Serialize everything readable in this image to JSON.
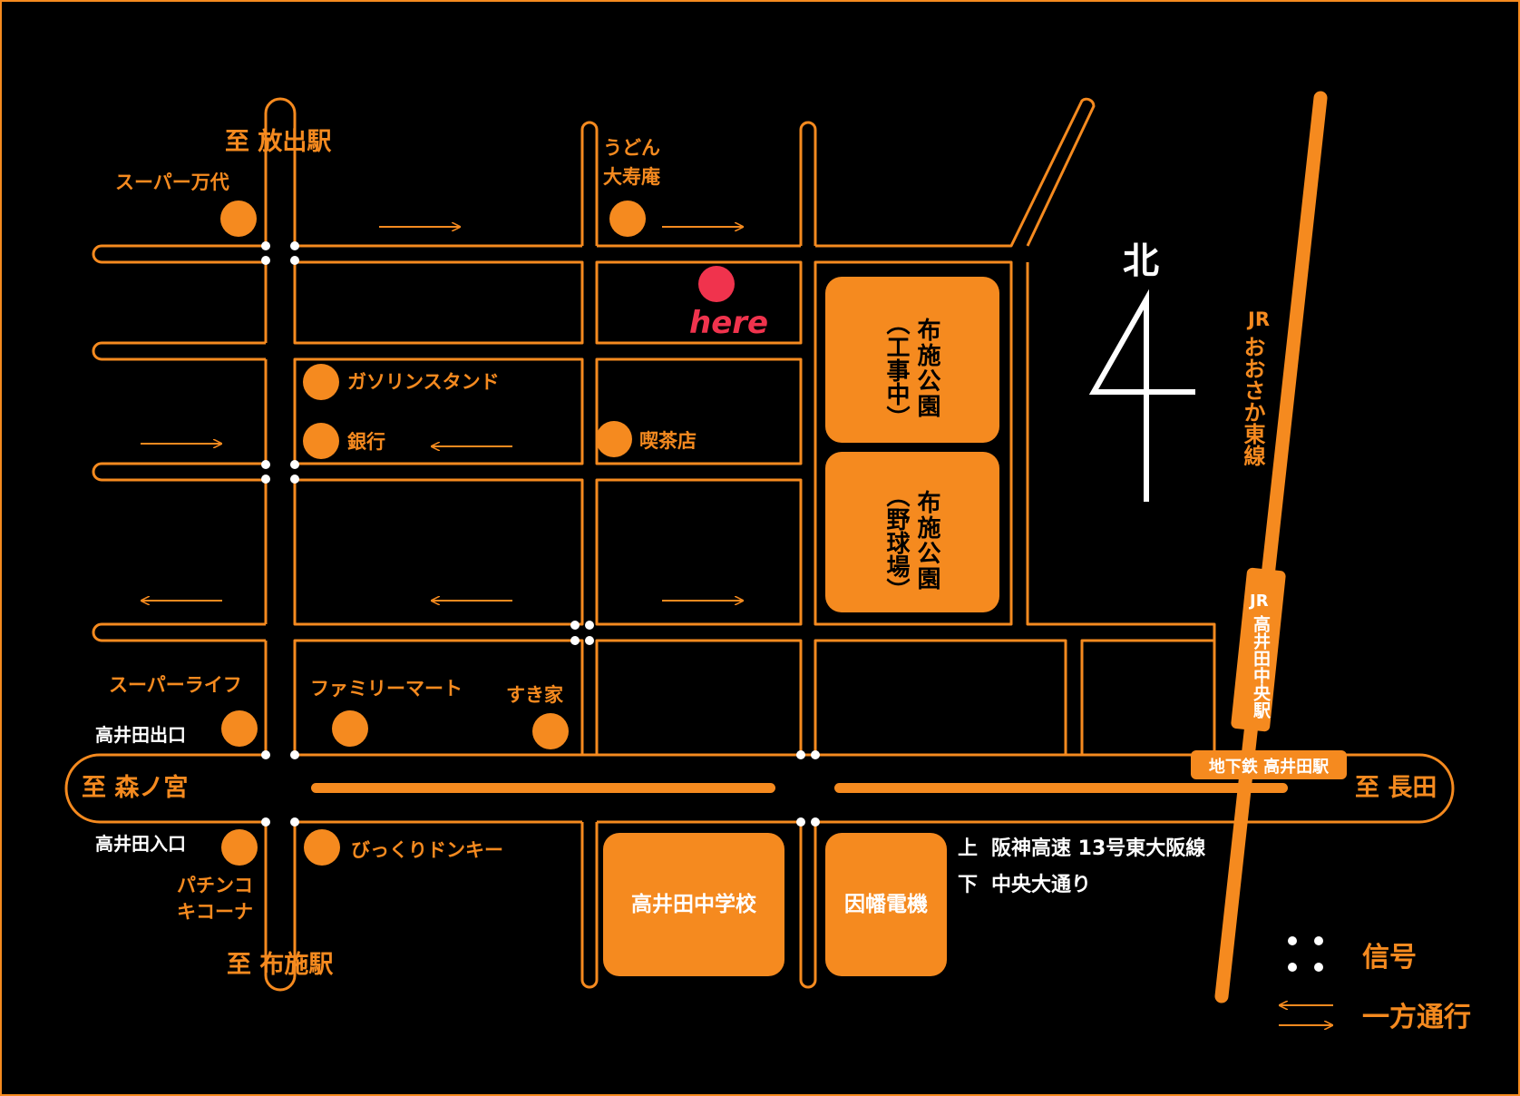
{
  "colors": {
    "background": "#000000",
    "road": "#f58a1f",
    "label": "#f58a1f",
    "dark_label": "#ffffff",
    "here": "#f0334d",
    "signal": "#ffffff",
    "north": "#ffffff"
  },
  "destinations": {
    "north": "至 放出駅",
    "south": "至 布施駅",
    "west": "至 森ノ宮",
    "east": "至 長田"
  },
  "landmarks": {
    "super_mandai": "スーパー万代",
    "udon_line1": "うどん",
    "udon_line2": "大寿庵",
    "here": "here",
    "gas_station": "ガソリンスタンド",
    "bank": "銀行",
    "cafe": "喫茶店",
    "super_life": "スーパーライフ",
    "family_mart": "ファミリーマート",
    "sukiya": "すき家",
    "exit": "高井田出口",
    "entrance": "高井田入口",
    "bikkuri": "びっくりドンキー",
    "pachinko_line1": "パチンコ",
    "pachinko_line2": "キコーナ"
  },
  "blocks": {
    "park_construction": "布施公園",
    "park_construction_sub": "（工事中）",
    "park_baseball": "布施公園",
    "park_baseball_sub": "（野球場）",
    "junior_high": "高井田中学校",
    "inaba": "因幡電機"
  },
  "rail": {
    "jr_line_label1": "JR",
    "jr_line_label2": "おおさか東線",
    "jr_station_label1": "JR",
    "jr_station_label2": "高井田中央駅",
    "subway_station": "地下鉄 高井田駅"
  },
  "road_info": {
    "upper_prefix": "上",
    "upper": "阪神高速 13号東大阪線",
    "lower_prefix": "下",
    "lower": "中央大通り"
  },
  "north_label": "北",
  "legend": {
    "signal": "信号",
    "one_way": "一方通行"
  }
}
